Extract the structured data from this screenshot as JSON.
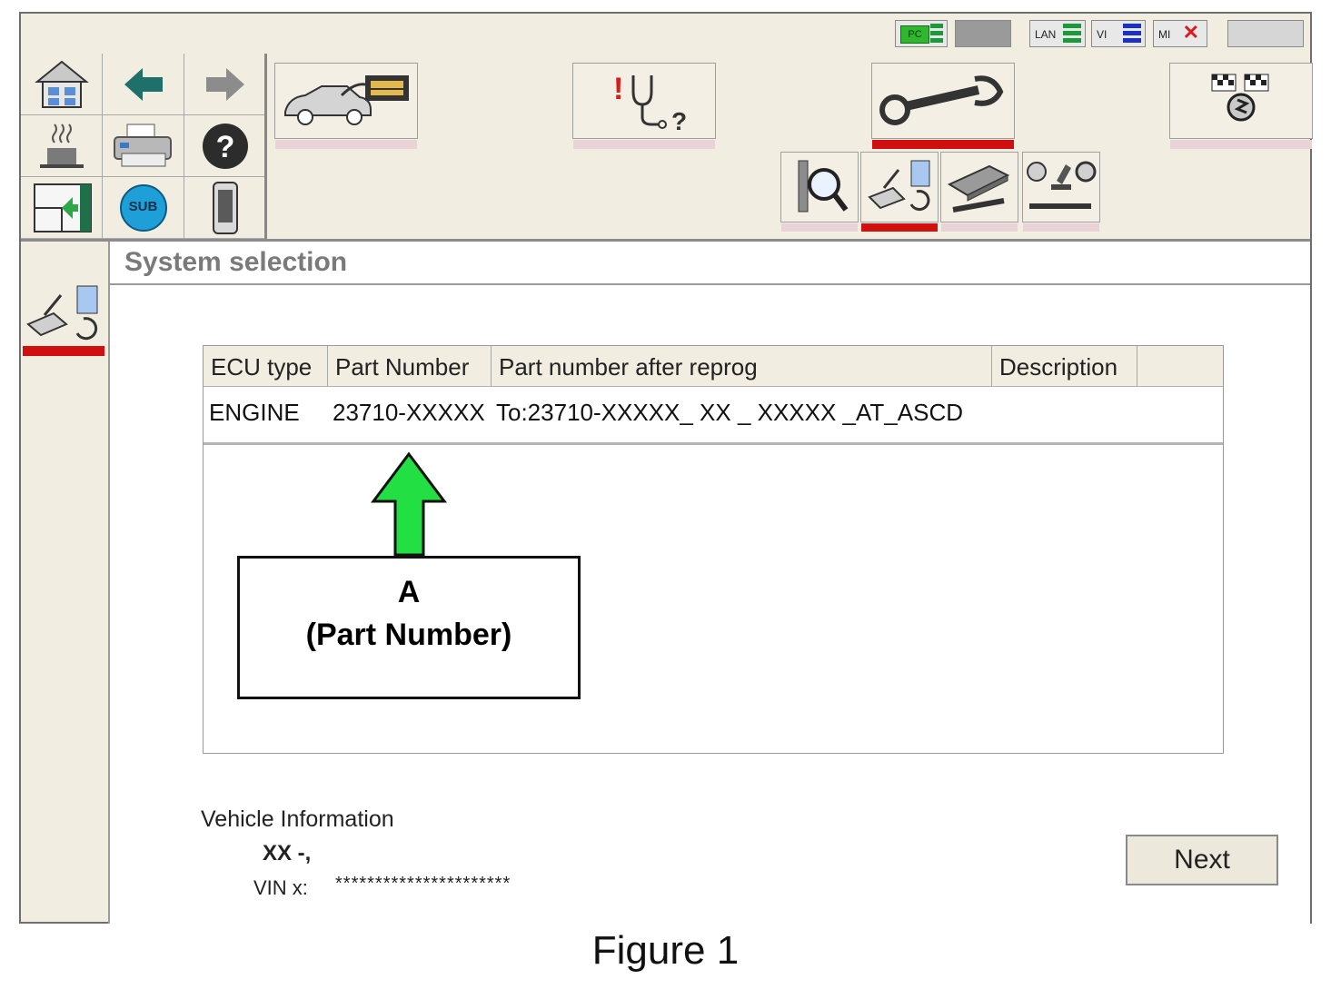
{
  "status_bar": {
    "pc_label": "PC",
    "lan_label": "LAN",
    "vi_label": "VI",
    "mi_label": "MI"
  },
  "toolbar_icons": [
    "home-icon",
    "back-arrow-icon",
    "forward-arrow-icon",
    "coffee-icon",
    "printer-icon",
    "help-icon",
    "screen-capture-icon",
    "sub-icon",
    "phone-icon"
  ],
  "sub_label": "SUB",
  "page_title": "System selection",
  "table": {
    "headers": [
      "ECU type",
      "Part Number",
      "Part number after reprog",
      "Description"
    ],
    "rows": [
      {
        "ecu_type": "ENGINE",
        "part_number": "23710-XXXXX",
        "after_reprog": "To:23710-XXXXX_ XX _ XXXXX  _AT_ASCD",
        "description": ""
      }
    ]
  },
  "vehicle_info": {
    "label": "Vehicle Information",
    "model": "XX -,",
    "vin_label": "VIN x:",
    "vin_value": "**********************"
  },
  "next_label": "Next",
  "annotation": {
    "letter": "A",
    "text": "(Part Number)"
  },
  "caption": "Figure 1",
  "colors": {
    "active_underline": "#d10f0f",
    "inactive_underline": "#ead3d6",
    "arrow_fill": "#22e043"
  }
}
